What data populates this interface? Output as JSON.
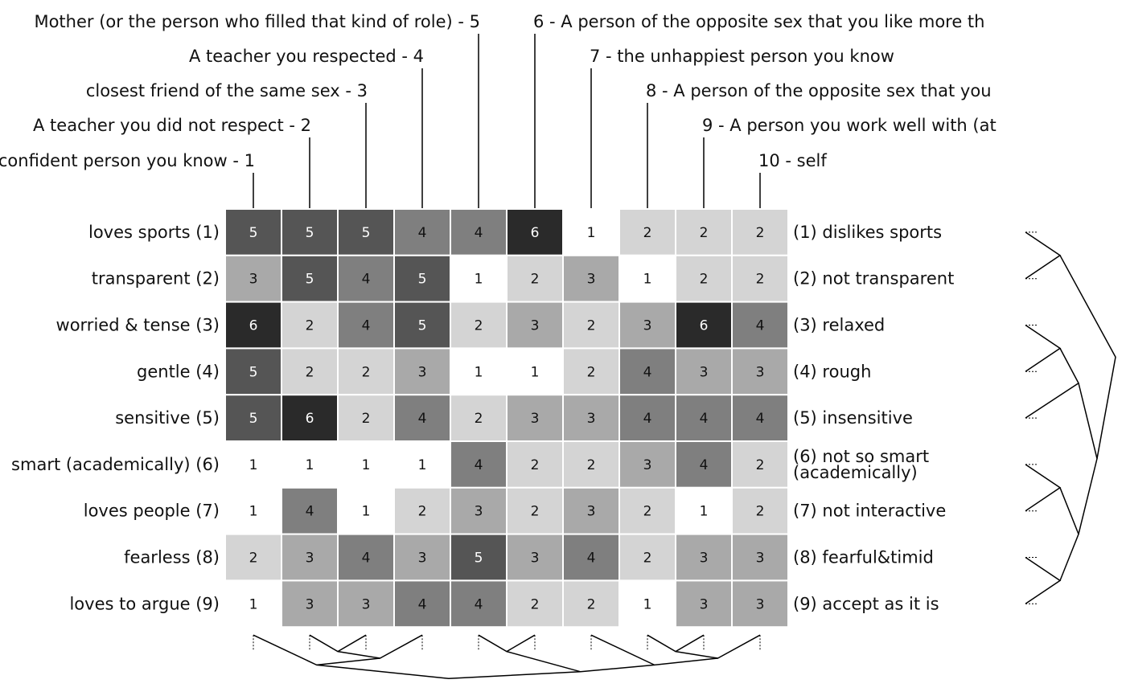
{
  "chart_data": {
    "type": "heatmap",
    "elements": [
      {
        "label": "confident person you know - 1",
        "index": 1
      },
      {
        "label": "A teacher you did not respect - 2",
        "index": 2
      },
      {
        "label": "closest friend of the same sex - 3",
        "index": 3
      },
      {
        "label": "A teacher you respected - 4",
        "index": 4
      },
      {
        "label": "Mother (or the person who filled that kind of role) - 5",
        "index": 5
      },
      {
        "label": "6 - A person of the opposite sex that you like more th",
        "index": 6
      },
      {
        "label": "7 - the unhappiest person you know",
        "index": 7
      },
      {
        "label": "8 - A person of the opposite sex that you",
        "index": 8
      },
      {
        "label": "9 - A person you work well with (at",
        "index": 9
      },
      {
        "label": "10 - self",
        "index": 10
      }
    ],
    "constructs": [
      {
        "left": "loves sports (1)",
        "right": [
          "(1) dislikes sports"
        ]
      },
      {
        "left": "transparent (2)",
        "right": [
          "(2) not transparent"
        ]
      },
      {
        "left": "worried & tense (3)",
        "right": [
          "(3) relaxed"
        ]
      },
      {
        "left": "gentle (4)",
        "right": [
          "(4) rough"
        ]
      },
      {
        "left": "sensitive (5)",
        "right": [
          "(5) insensitive"
        ]
      },
      {
        "left": "smart (academically) (6)",
        "right": [
          "(6) not so smart",
          "(academically)"
        ]
      },
      {
        "left": "loves people (7)",
        "right": [
          "(7) not interactive"
        ]
      },
      {
        "left": "fearless (8)",
        "right": [
          "(8) fearful&timid"
        ]
      },
      {
        "left": "loves to argue (9)",
        "right": [
          "(9) accept as it is"
        ]
      }
    ],
    "values": [
      [
        5,
        5,
        5,
        4,
        4,
        6,
        1,
        2,
        2,
        2
      ],
      [
        3,
        5,
        4,
        5,
        1,
        2,
        3,
        1,
        2,
        2
      ],
      [
        6,
        2,
        4,
        5,
        2,
        3,
        2,
        3,
        6,
        4
      ],
      [
        5,
        2,
        2,
        3,
        1,
        1,
        2,
        4,
        3,
        3
      ],
      [
        5,
        6,
        2,
        4,
        2,
        3,
        3,
        4,
        4,
        4
      ],
      [
        1,
        1,
        1,
        1,
        4,
        2,
        2,
        3,
        4,
        2
      ],
      [
        1,
        4,
        1,
        2,
        3,
        2,
        3,
        2,
        1,
        2
      ],
      [
        2,
        3,
        4,
        3,
        5,
        3,
        4,
        2,
        3,
        3
      ],
      [
        1,
        3,
        3,
        4,
        4,
        2,
        2,
        1,
        3,
        3
      ]
    ],
    "scale": {
      "min": 1,
      "max": 6
    },
    "colors": {
      "1": "#ffffff",
      "2": "#d4d4d4",
      "3": "#a9a9a9",
      "4": "#7f7f7f",
      "5": "#555555",
      "6": "#2a2a2a",
      "grid_line": "#ffffff",
      "dendrogram_line": "#000000",
      "text": "#111111"
    },
    "dendrograms": {
      "elements": {
        "orientation": "bottom",
        "merges": [
          {
            "a": 2,
            "b": 3
          },
          {
            "a": "m1",
            "b": 4
          },
          {
            "a": 1,
            "b": "m2"
          },
          {
            "a": 5,
            "b": 6
          },
          {
            "a": 8,
            "b": 9
          },
          {
            "a": 10,
            "b": "m5"
          },
          {
            "a": 7,
            "b": "m6"
          },
          {
            "a": "m4",
            "b": "m7"
          },
          {
            "a": "m3",
            "b": "m8"
          }
        ]
      },
      "constructs": {
        "orientation": "right",
        "merges": [
          {
            "a": 1,
            "b": 2
          },
          {
            "a": 3,
            "b": 4
          },
          {
            "a": 5,
            "b": "m2"
          },
          {
            "a": 8,
            "b": 9
          },
          {
            "a": 6,
            "b": 7
          },
          {
            "a": "m5",
            "b": "m4"
          },
          {
            "a": "m3",
            "b": "m6"
          },
          {
            "a": "m1",
            "b": "m7"
          }
        ]
      }
    }
  }
}
